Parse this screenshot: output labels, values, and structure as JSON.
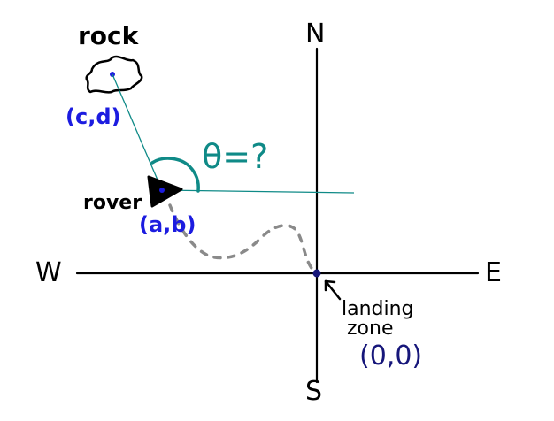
{
  "compass": {
    "north": "N",
    "south": "S",
    "east": "E",
    "west": "W"
  },
  "labels": {
    "rock": "rock",
    "rover": "rover",
    "rock_coords": "(c,d)",
    "rover_coords": "(a,b)",
    "angle": "θ=?",
    "landing_line1": "landing",
    "landing_line2": "zone",
    "origin_coords": "(0,0)"
  },
  "colors": {
    "ink": "#000000",
    "blue": "#1c1ce0",
    "navy": "#16167a",
    "teal": "#0f8a87",
    "gray": "#8a8a8a"
  }
}
